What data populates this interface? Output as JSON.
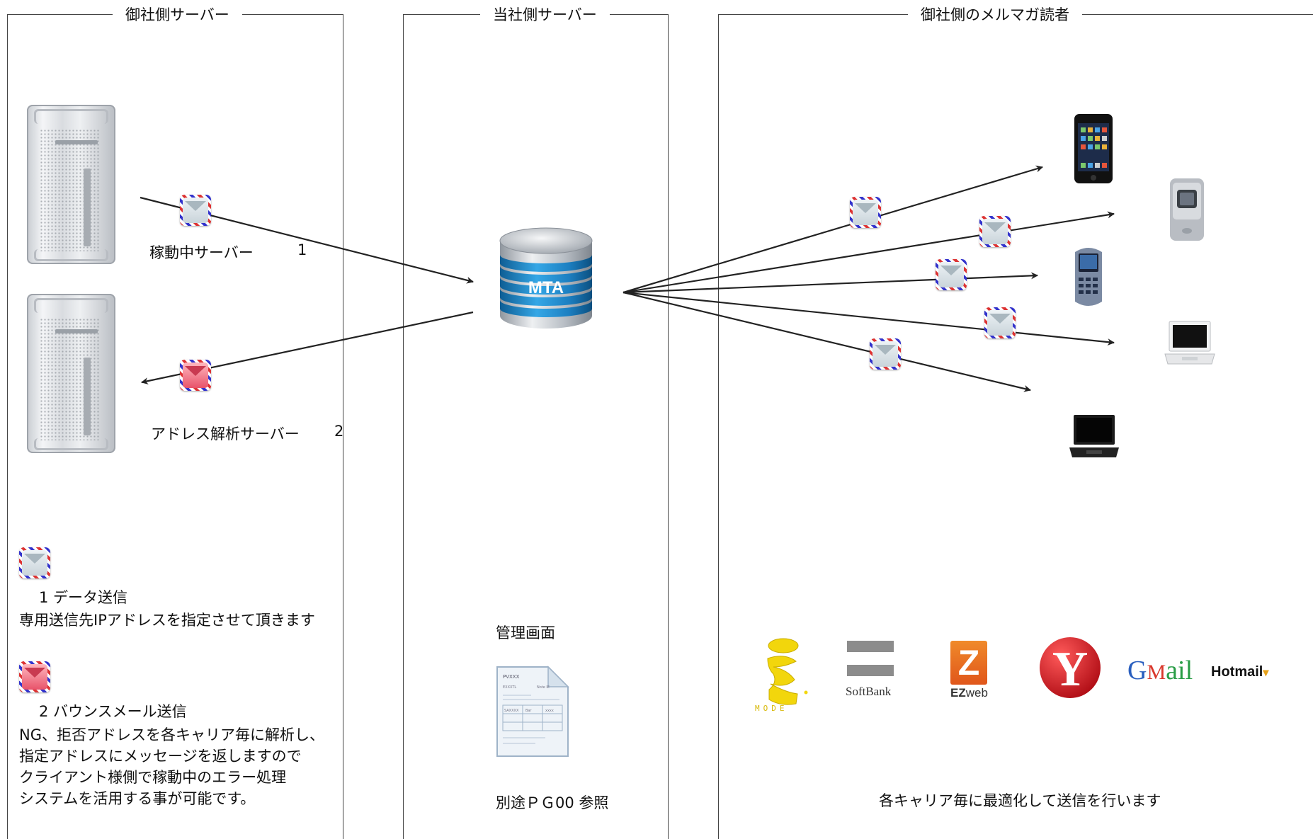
{
  "panels": [
    {
      "title": "御社側サーバー"
    },
    {
      "title": "当社側サーバー"
    },
    {
      "title": "御社側のメルマガ読者"
    }
  ],
  "servers": [
    {
      "label": "稼動中サーバー",
      "num": "1"
    },
    {
      "label": "アドレス解析サーバー",
      "num": "2"
    }
  ],
  "mta": {
    "label": "MTA"
  },
  "legend": {
    "item1_title": "1 データ送信",
    "item1_desc": "専用送信先IPアドレスを指定させて頂きます",
    "item2_title": "2 バウンスメール送信",
    "item2_lines": [
      "NG、拒否アドレスを各キャリア毎に解析し、",
      "指定アドレスにメッセージを返しますので",
      "クライアント様側で稼動中のエラー処理",
      "システムを活用する事が可能です。"
    ]
  },
  "admin": {
    "title": "管理画面",
    "note": "別途ＰＧ00 参照",
    "doc_text": [
      "PVXXX",
      "EXXXTL",
      "Note IE",
      "SAXXXX",
      "Bar",
      "xxxx"
    ]
  },
  "carriers": {
    "imode": "MODE",
    "softbank": "SoftBank",
    "ezweb_z": "Z",
    "ezweb_ez": "EZ",
    "ezweb_web": "web",
    "yahoo": "Y",
    "gmail_g": "G",
    "gmail_m": "M",
    "gmail_rest": "ail",
    "hotmail": "Hotmail",
    "note": "各キャリア毎に最適化して送信を行います"
  },
  "colors": {
    "line": "#222222",
    "panel_border": "#444444",
    "mta_blue": "#1c7fc1",
    "mta_silver": "#c7cbd0",
    "yahoo_red": "#d7141e",
    "imode_yellow": "#f2d60c",
    "gmail_blue": "#2a5fbf",
    "gmail_red": "#d9372b",
    "gmail_yellow": "#e7b60f",
    "gmail_green": "#2a9d47"
  },
  "icons": {
    "server": "server-tower-icon",
    "data_mail": "envelope-icon",
    "bounce_mail": "red-envelope-icon",
    "database": "database-icon",
    "document": "document-icon"
  }
}
